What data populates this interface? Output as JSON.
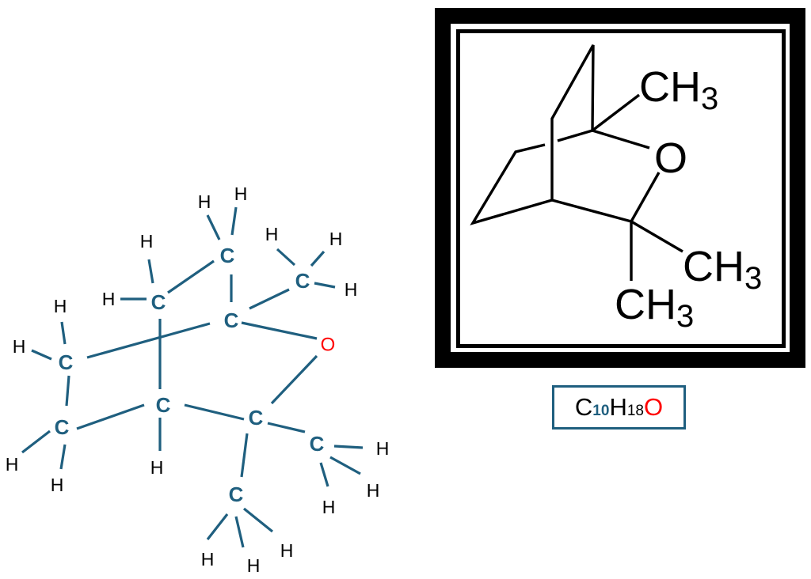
{
  "expanded_structure": {
    "carbon_label": "C",
    "hydrogen_label": "H",
    "oxygen_label": "O",
    "bond_color": "#1f5f7f",
    "oxygen_color": "#ff0000"
  },
  "skeletal_structure": {
    "methyl_label": "CH",
    "methyl_subscript": "3",
    "oxygen_label": "O"
  },
  "formula": {
    "c_symbol": "C",
    "c_count": "10",
    "h_symbol": "H",
    "h_count": "18",
    "o_symbol": "O",
    "accent_color": "#1f5f7f"
  }
}
